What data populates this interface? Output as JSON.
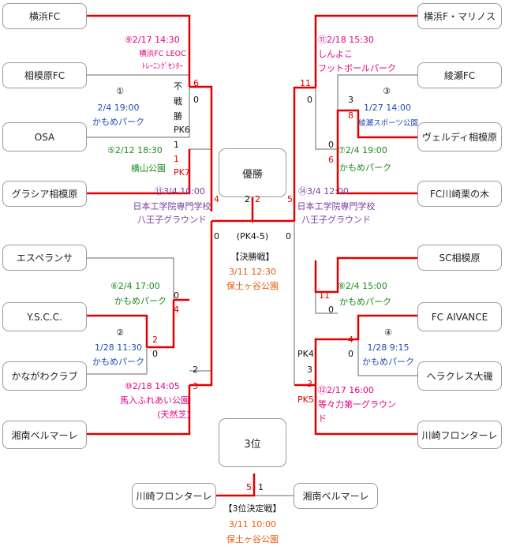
{
  "colors": {
    "win": "#e00000",
    "lose": "#9a9a9a"
  },
  "teams": {
    "yokohama_fc": "横浜FC",
    "sagamihara_fc": "相模原FC",
    "osa": "OSA",
    "gracia": "グラシア相模原",
    "esperanza": "エスペランサ",
    "yscc": "Y.S.C.C.",
    "kanagawa": "かながわクラブ",
    "shonan_l": "湘南ベルマーレ",
    "marinos": "横浜F・マリノス",
    "ayase": "綾瀬FC",
    "verdy": "ヴェルディ相模原",
    "kurinoki": "FC川崎栗の木",
    "sc_sagamihara": "SC相模原",
    "aivance": "FC AIVANCE",
    "heracles": "ヘラクレス大磯",
    "kawasaki_r": "川崎フロンターレ",
    "third_left": "川崎フロンターレ",
    "third_right": "湘南ベルマーレ"
  },
  "center": {
    "champion": "優勝",
    "third": "3位"
  },
  "matches": {
    "m1": {
      "no": "①",
      "date": "2/4 19:00",
      "venue": "かもめパーク",
      "note": "不\n戦\n勝"
    },
    "m2": {
      "no": "②",
      "date": "1/28 11:30",
      "venue": "かもめパーク",
      "s_top": "2",
      "s_bot": "0"
    },
    "m3": {
      "no": "③",
      "date": "1/27 14:00",
      "venue": "綾瀬スポーツ公園",
      "s_top": "3",
      "s_bot": "8"
    },
    "m4": {
      "no": "④",
      "date": "1/28 9:15",
      "venue": "かもめパーク",
      "s_top": "4",
      "s_bot": "0"
    },
    "m5": {
      "no": "⑤",
      "date": "2/12 18:30",
      "venue": "横山公園",
      "s_top": "1",
      "s_bot": "1",
      "pk_top": "PK6",
      "pk_bot": "PK7"
    },
    "m6": {
      "no": "⑥",
      "date": "2/4 17:00",
      "venue": "かもめパーク",
      "s_top": "0",
      "s_bot": "4"
    },
    "m7": {
      "no": "⑦",
      "date": "2/4 19:00",
      "venue": "かもめパーク",
      "s_top": "0",
      "s_bot": "6"
    },
    "m8": {
      "no": "⑧",
      "date": "2/4 15:00",
      "venue": "かもめパーク",
      "s_top": "11",
      "s_bot": "0"
    },
    "m9": {
      "no": "⑨",
      "date": "2/17 14:30",
      "venue1": "横浜FC LEOC",
      "venue2": "ﾄﾚｰﾆﾝｸﾞｾﾝﾀｰ",
      "s_top": "6",
      "s_bot": "0"
    },
    "m10": {
      "no": "⑩",
      "date": "2/18 14:05",
      "venue1": "馬入ふれあい公園",
      "venue2": "(天然芝)",
      "s_top": "2",
      "s_bot": "3"
    },
    "m11": {
      "no": "⑪",
      "date": "2/18 15:30",
      "venue1": "しんよこ",
      "venue2": "フットボールパーク",
      "s_top": "11",
      "s_bot": "0"
    },
    "m12": {
      "no": "⑫",
      "date": "2/17 16:00",
      "venue1": "等々力第一グラウン",
      "venue2": "ド",
      "s_top": "3",
      "s_bot": "3",
      "pk_top": "PK4",
      "pk_bot": "PK5"
    },
    "m13": {
      "no": "⑬",
      "date": "3/4 10:00",
      "venue1": "日本工学院専門学校",
      "venue2": "八王子グラウンド",
      "s_top": "4",
      "s_bot": "0"
    },
    "m14": {
      "no": "⑭",
      "date": "3/4 12:00",
      "venue1": "日本工学院専門学校",
      "venue2": "八王子グラウンド",
      "s_top": "5",
      "s_bot": "0"
    }
  },
  "final": {
    "title": "【決勝戦】",
    "date": "3/11 12:30",
    "venue": "保土ヶ谷公園",
    "s_left": "2",
    "s_left_red": "2",
    "s_right_red": "5",
    "s_right": "0",
    "pk": "(PK4-5)"
  },
  "third_place": {
    "title": "【3位決定戦】",
    "date": "3/11 10:00",
    "venue": "保土ヶ谷公園",
    "s_left": "5",
    "s_right": "1"
  }
}
